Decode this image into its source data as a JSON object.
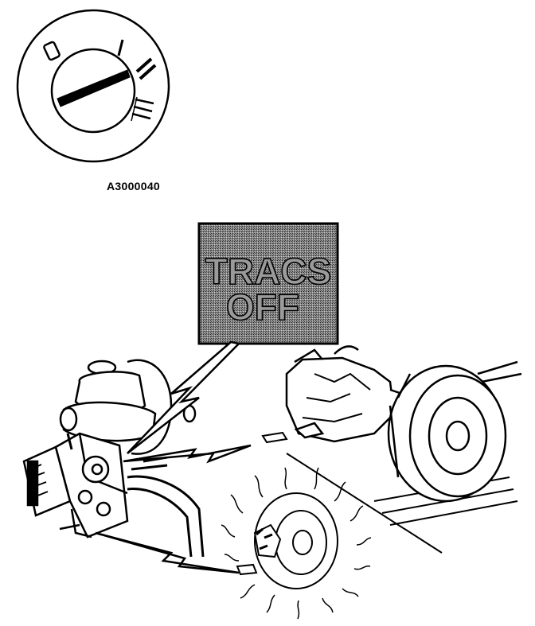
{
  "figure_id": "A3000040",
  "ignition_switch": {
    "positions": [
      "0",
      "I",
      "II",
      "III"
    ]
  },
  "warning_lamp": {
    "line1": "TRACS",
    "line2": "OFF"
  },
  "colors": {
    "ink": "#000000",
    "paper": "#ffffff",
    "lamp_panel": "#7a7a7a"
  }
}
